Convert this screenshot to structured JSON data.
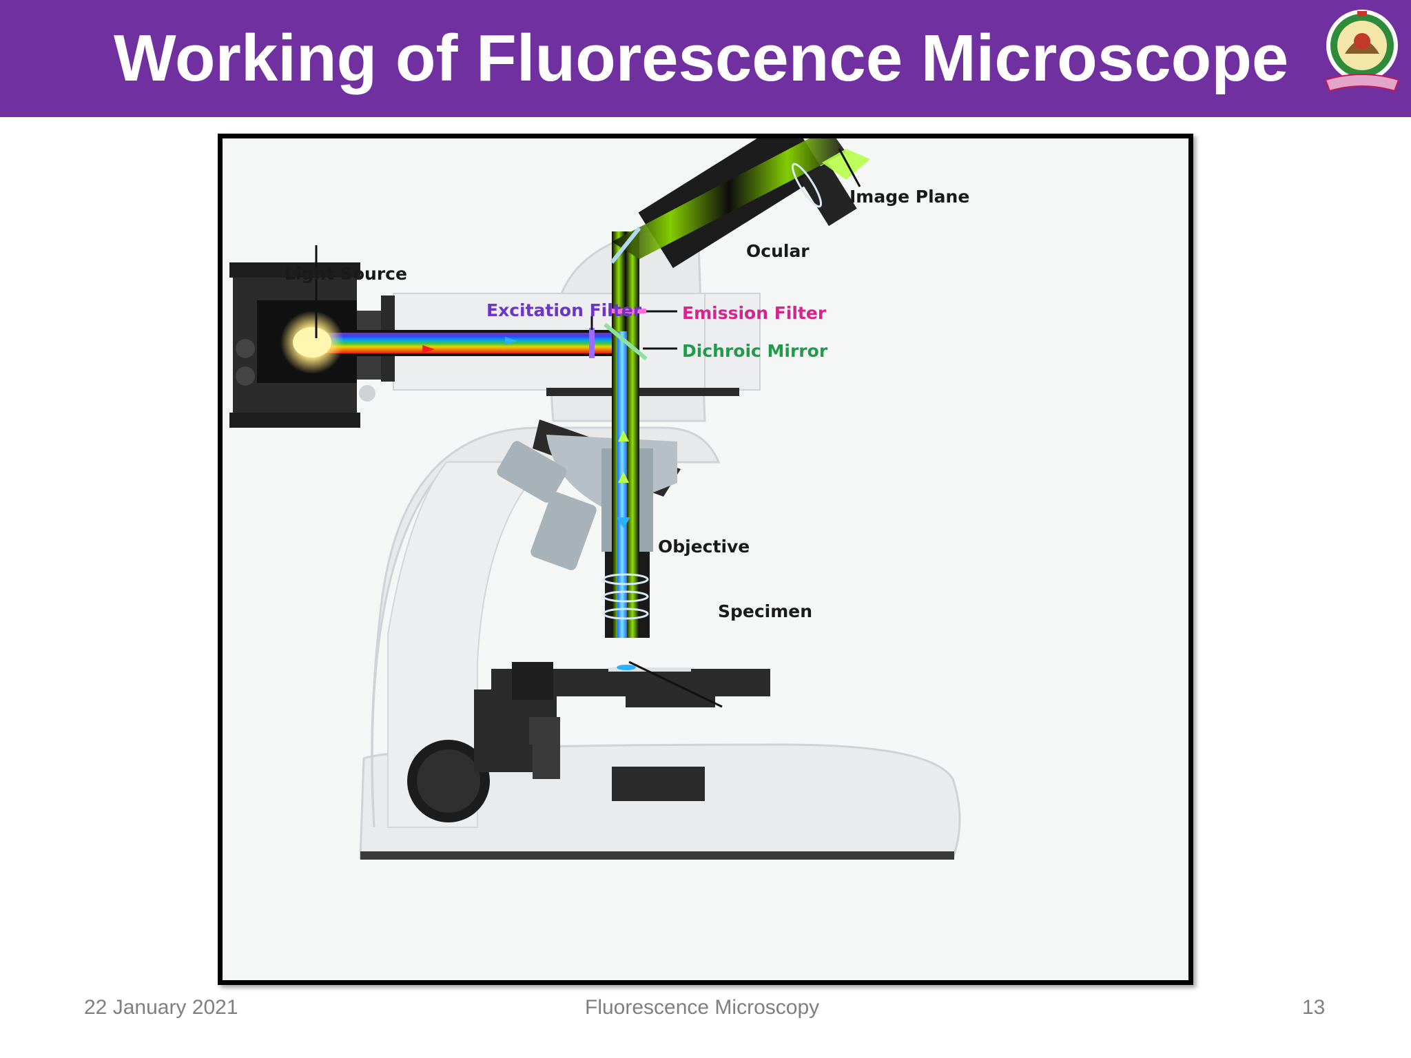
{
  "slide": {
    "title": "Working of Fluorescence Microscope"
  },
  "diagram": {
    "labels": {
      "light_source": "Light Source",
      "excitation_filter": "Excitation Filter",
      "emission_filter": "Emission Filter",
      "dichroic_mirror": "Dichroic Mirror",
      "ocular": "Ocular",
      "image_plane": "Image Plane",
      "objective": "Objective",
      "specimen": "Specimen"
    },
    "label_colors": {
      "excitation_filter": "#6b35c8",
      "emission_filter": "#d4258f",
      "dichroic_mirror": "#1f9b4a",
      "default": "#1a1a1a"
    }
  },
  "footer": {
    "date": "22 January 2021",
    "center": "Fluorescence Microscopy",
    "page": "13"
  },
  "colors": {
    "header": "#7030a0",
    "excitation_light": "#2ab0ff",
    "emission_light": "#8fe000"
  }
}
